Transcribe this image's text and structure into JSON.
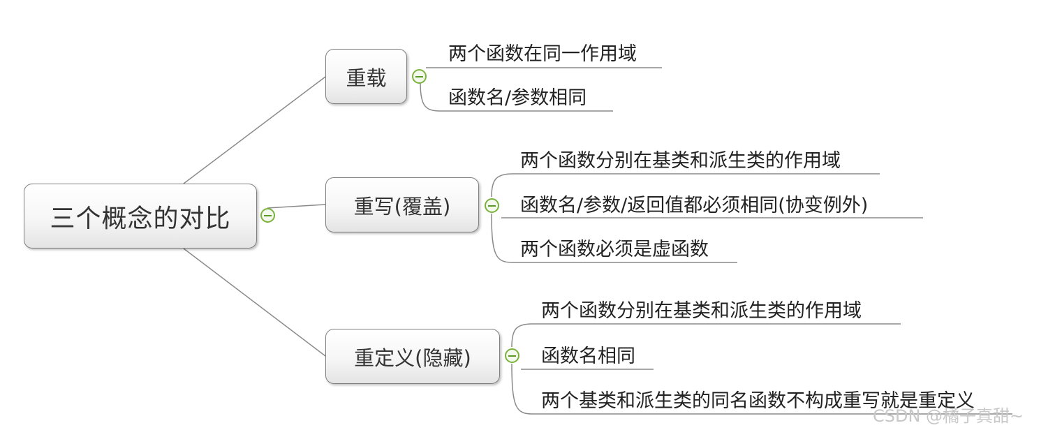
{
  "root": {
    "label": "三个概念的对比"
  },
  "branches": [
    {
      "label": "重载",
      "items": [
        "两个函数在同一作用域",
        "函数名/参数相同"
      ]
    },
    {
      "label": "重写(覆盖)",
      "items": [
        "两个函数分别在基类和派生类的作用域",
        "函数名/参数/返回值都必须相同(协变例外)",
        "两个函数必须是虚函数"
      ]
    },
    {
      "label": "重定义(隐藏)",
      "items": [
        "两个函数分别在基类和派生类的作用域",
        "函数名相同",
        "两个基类和派生类的同名函数不构成重写就是重定义"
      ]
    }
  ],
  "watermark": "CSDN @橘子真甜~",
  "colors": {
    "toggle": "#7bb23e",
    "line": "#8a8a8a",
    "node_border": "#7f7f7f"
  }
}
